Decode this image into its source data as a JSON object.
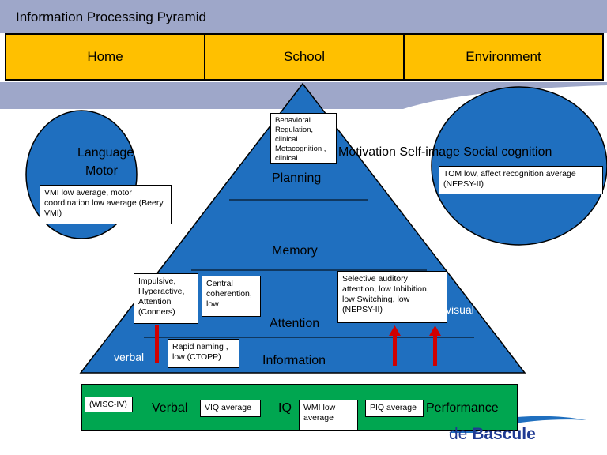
{
  "title": "Information Processing Pyramid",
  "top_bar": [
    "Home",
    "School",
    "Environment"
  ],
  "left_circle": {
    "line1": "Language",
    "line2": "Motor",
    "note": "VMI low average, motor coordination low average (Beery VMI)"
  },
  "right_circle": {
    "heading": "Motivation Self-image Social cognition",
    "note": "TOM low, affect recognition average (NEPSY-II)"
  },
  "pyramid": {
    "levels": [
      "Planning",
      "Memory",
      "Attention",
      "Information"
    ],
    "top_note": "Behavioral Regulation, clinical Metacognition , clinical",
    "side_left": "verbal",
    "side_right": "visual"
  },
  "notes": {
    "impulsive": "Impulsive, Hyperactive, Attention (Conners)",
    "central": "Central coherention, low",
    "selective": "Selective auditory attention, low Inhibition, low Switching, low (NEPSY-II)",
    "rapid": "Rapid naming , low (CTOPP)"
  },
  "iq_bar": {
    "wisc": "(WISC-IV)",
    "verbal": "Verbal",
    "viq": "VIQ average",
    "iq": "IQ",
    "wmi": "WMI low average",
    "piq": "PIQ average",
    "performance": "Performance"
  },
  "logo": {
    "prefix": "de ",
    "bold": "Bascule"
  },
  "colors": {
    "header": "#9ea7c9",
    "top_bar": "#ffc000",
    "pyramid": "#1f6fbf",
    "iq_bar": "#00a650",
    "arrow": "#d00000",
    "logo": "#1f3a93"
  }
}
